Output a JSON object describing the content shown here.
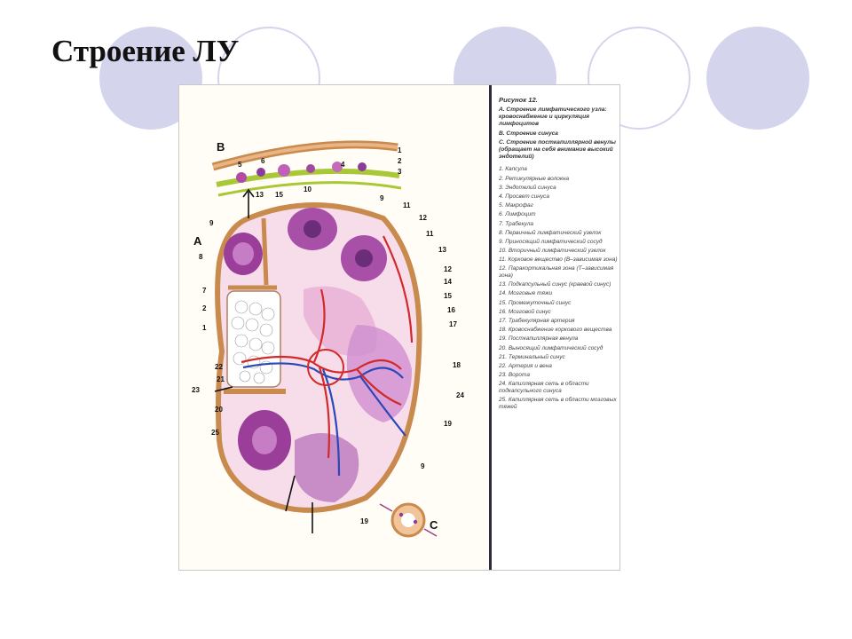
{
  "slide": {
    "title": "Строение ЛУ"
  },
  "figure": {
    "caption": "Рисунок 12.",
    "section_a": "А. Строение лимфатического узла: кровоснабжение и циркуляция лимфоцитов",
    "section_b": "В. Строение синуса",
    "section_c": "С. Строение посткапиллярной венулы (обращает на себя внимание высокий эндотелий)",
    "panel_letters": {
      "a": "А",
      "b": "В",
      "c": "С"
    },
    "legend": [
      "1. Капсула",
      "2. Ретикулярные волокна",
      "3. Эндотелий синуса",
      "4. Просвет синуса",
      "5. Макрофаг",
      "6. Лимфоцит",
      "7. Трабекула",
      "8. Первичный лимфатический узелок",
      "9. Приносящий лимфатический сосуд",
      "10. Вторичный лимфатический узелок",
      "11. Корковое вещество (В–зависимая зона)",
      "12. Паракортикальная зона (Т–зависимая зона)",
      "13. Подкапсульный синус (краевой синус)",
      "14. Мозговые тяжи",
      "15. Промежуточный синус",
      "16. Мозговой синус",
      "17. Трабекулярная артерия",
      "18. Кровоснабжение коркового вещества",
      "19. Посткапиллярная венула",
      "20. Выносящий лимфатический сосуд",
      "21. Терминальный синус",
      "22. Артерия и вена",
      "23. Ворота",
      "24. Капиллярная сеть в области подкапсульного синуса",
      "25. Капиллярная сеть в области мозговых тяжей"
    ],
    "callouts": {
      "c1": "1",
      "c2": "2",
      "c3": "3",
      "c4": "4",
      "c5": "5",
      "c6": "6",
      "c7": "7",
      "c8": "8",
      "c9": "9",
      "c10": "10",
      "c11": "11",
      "c12": "12",
      "c13": "13",
      "c14": "14",
      "c15": "15",
      "c16": "16",
      "c17": "17",
      "c18": "18",
      "c19": "19",
      "c20": "20",
      "c21": "21",
      "c22": "22",
      "c23": "23",
      "c24": "24",
      "c25": "25"
    },
    "colors": {
      "capsule": "#d9874a",
      "tissue": "#f7ddea",
      "nodule": "#9a3e9a",
      "artery": "#d12a2a",
      "vein": "#2a48b8",
      "sinus_endothelium": "#a8c838"
    }
  }
}
